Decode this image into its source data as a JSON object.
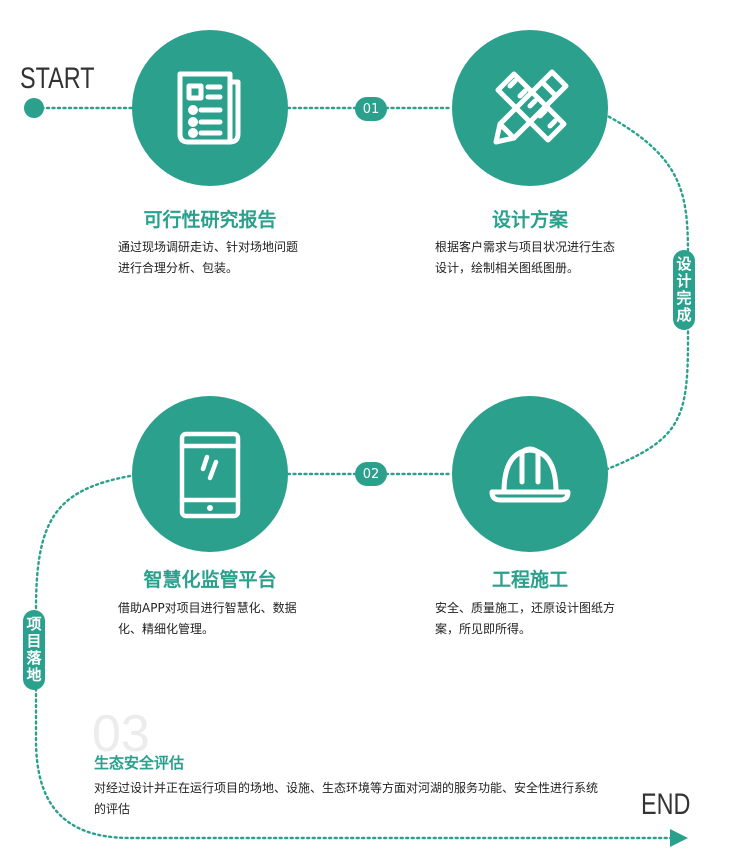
{
  "start_label": "START",
  "end_label": "END",
  "markers": {
    "m1": "01",
    "m2": "02"
  },
  "connectors": {
    "design_done": [
      "设",
      "计",
      "完",
      "成"
    ],
    "project_landing": [
      "项",
      "目",
      "落",
      "地"
    ]
  },
  "steps": [
    {
      "title": "可行性研究报告",
      "desc": [
        "通过现场调研走访、针对场地问题",
        "进行合理分析、包装。"
      ],
      "icon": "report-icon"
    },
    {
      "title": "设计方案",
      "desc": [
        "根据客户需求与项目状况进行生态",
        "设计，绘制相关图纸图册。"
      ],
      "icon": "ruler-pencil-icon"
    },
    {
      "title": "智慧化监管平台",
      "desc": [
        "借助APP对项目进行智慧化、数据",
        "化、精细化管理。"
      ],
      "icon": "tablet-icon"
    },
    {
      "title": "工程施工",
      "desc": [
        "安全、质量施工，还原设计图纸方",
        "案，所见即所得。"
      ],
      "icon": "hardhat-icon"
    }
  ],
  "step3": {
    "number": "03",
    "title": "生态安全评估",
    "desc": [
      "对经过设计并正在运行项目的场地、设施、生态环境等方面对河湖的服务功能、安全性进行系统",
      "的评估"
    ]
  },
  "colors": {
    "accent": "#2aa08d",
    "text": "#222222"
  }
}
